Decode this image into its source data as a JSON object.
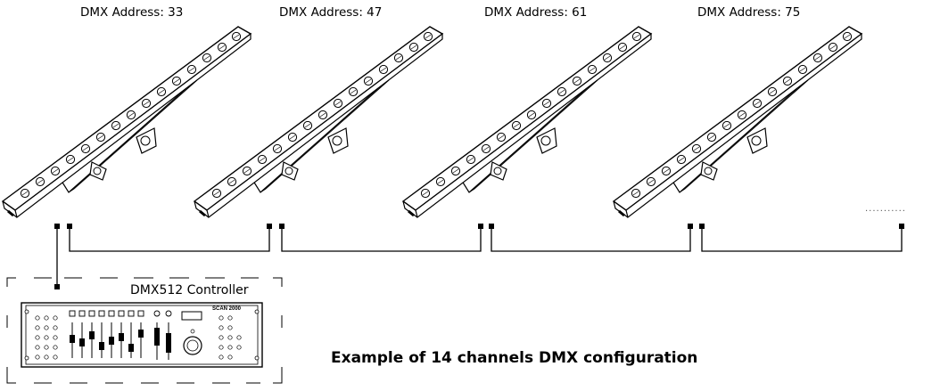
{
  "fixtures": [
    {
      "address_label": "DMX Address: 33"
    },
    {
      "address_label": "DMX Address: 47"
    },
    {
      "address_label": "DMX Address: 61"
    },
    {
      "address_label": "DMX Address: 75"
    }
  ],
  "controller": {
    "label": "DMX512 Controller",
    "brand_text": "SCAN 2000"
  },
  "caption": "Example of 14 channels DMX configuration",
  "continuation": "···········"
}
